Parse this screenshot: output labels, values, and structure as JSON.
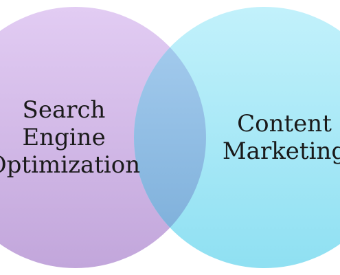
{
  "diagram": {
    "type": "venn",
    "sets": [
      {
        "id": "left",
        "lines": [
          "Search",
          "Engine",
          "Optimization"
        ],
        "color": "#d3b4e6"
      },
      {
        "id": "right",
        "lines": [
          "Content",
          "Marketing"
        ],
        "color": "#a8ecf7"
      }
    ],
    "overlap_color": "#86b8df"
  }
}
